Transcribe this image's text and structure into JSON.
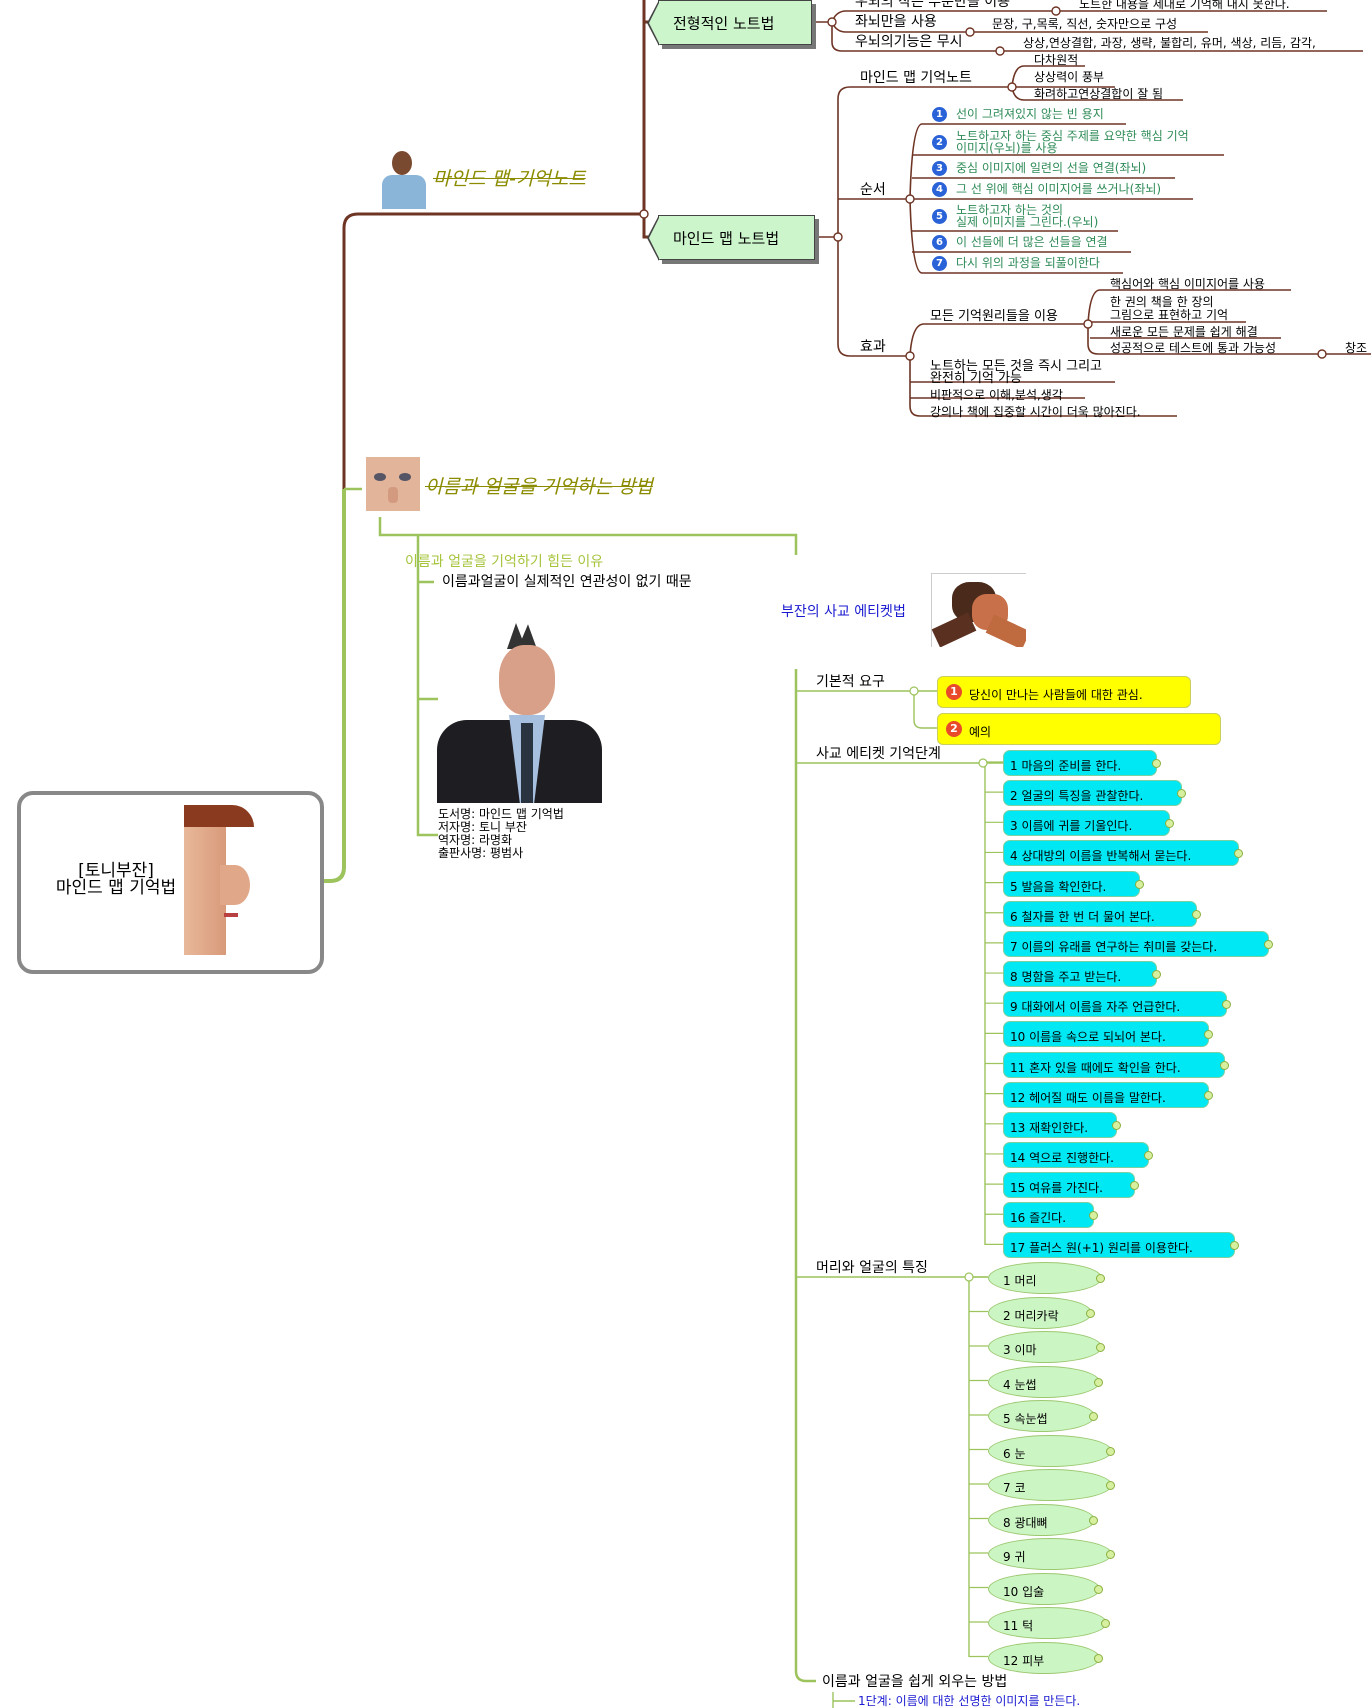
{
  "central": {
    "line1": "[토니부잔]",
    "line2": "마인드 맵 기억법"
  },
  "branch_mindmap": {
    "title": "마인드 맵-기억노트",
    "typical": {
      "label": "전형적인 노트법",
      "items": [
        {
          "label": "우뇌의 작은 부분만을 이용",
          "detail": "노트한 내용을 제대로 기억해 내지 못한다."
        },
        {
          "label": "좌뇌만을 사용",
          "detail": "문장, 구,목록, 직선, 숫자만으로 구성"
        },
        {
          "label": "우뇌의기능은 무시",
          "detail": "상상,연상결합, 과장, 생략, 불합리, 유머, 색상, 리듬, 감각,"
        }
      ]
    },
    "mindmap_note": {
      "label": "마인드 맵 노트법",
      "memory_note": {
        "label": "마인드 맵 기억노트",
        "items": [
          "다차원적",
          "상상력이 풍부",
          "화려하고연상결합이 잘 됨"
        ]
      },
      "order": {
        "label": "순서",
        "items": [
          [
            "선이 그려져있지 않는 빈 용지"
          ],
          [
            "노트하고자 하는 중심 주제를 요약한 핵심 기억",
            "이미지(우뇌)를 사용"
          ],
          [
            "중심 이미지에 일련의 선을 연결(좌뇌)"
          ],
          [
            "그 선 위에 핵심 이미지어를 쓰거나(좌뇌)"
          ],
          [
            "노트하고자 하는 것의",
            "실제 이미지를 그린다.(우뇌)"
          ],
          [
            "이 선들에 더 많은 선들을 연결"
          ],
          [
            "다시 위의 과정을 되풀이한다"
          ]
        ]
      },
      "effect": {
        "label": "효과",
        "all_principles": {
          "label": "모든 기억원리들을 이용",
          "items": [
            "핵심어와 핵심 이미지어를 사용",
            "한 권의 책을 한 장의",
            "그림으로 표현하고 기억",
            "새로운 모든 문제를 쉽게 해결",
            "성공적으로 테스트에 통과 가능성"
          ],
          "creation": "창조"
        },
        "items": [
          "노트하는 모든 것을 즉시 그리고",
          "완전히 기억 가능",
          "비판적으로 이해,분석,생각",
          "강의나 책에 집중할 시간이 더욱 많아진다."
        ]
      }
    }
  },
  "branch_names": {
    "title": "이름과 얼굴을 기억하는 방법",
    "why_hard": {
      "label": "이름과 얼굴을 기억하기 힘든 이유",
      "reason": "이름과얼굴이 실제적인 연관성이 없기 때문"
    },
    "book_info": [
      "도서명: 마인드 맵 기억법",
      "저자명: 토니 부잔",
      "역자명: 라명화",
      "출판사명: 평범사"
    ],
    "etiquette": {
      "title": "부잔의 사교 에티켓법",
      "basic": {
        "label": "기본적 요구",
        "items": [
          "당신이 만나는 사람들에 대한 관심.",
          "예의"
        ]
      },
      "steps": {
        "label": "사교 에티켓 기억단계",
        "items": [
          "1 마음의 준비를 한다.",
          "2 얼굴의 특징을 관찰한다.",
          "3 이름에 귀를 기울인다.",
          "4 상대방의 이름을 반복해서 묻는다.",
          "5 발음을 확인한다.",
          "6 철자를 한 번 더 물어 본다.",
          "7 이름의 유래를 연구하는 취미를 갖는다.",
          "8 명함을 주고 받는다.",
          "9 대화에서 이름을 자주 언급한다.",
          "10 이름을 속으로 되뇌어 본다.",
          "11 혼자 있을 때에도 확인을 한다.",
          "12 헤어질 때도 이름을 말한다.",
          "13 재확인한다.",
          "14 역으로 진행한다.",
          "15 여유를 가진다.",
          "16 즐긴다.",
          "17 플러스 원(+1) 원리를 이용한다."
        ]
      },
      "features": {
        "label": "머리와 얼굴의 특징",
        "items": [
          "1 머리",
          "2 머리카락",
          "3 이마",
          "4 눈썹",
          "5 속눈썹",
          "6 눈",
          "7 코",
          "8 광대뼈",
          "9 귀",
          "10 입술",
          "11 턱",
          "12 피부"
        ]
      },
      "easy": {
        "label": "이름과 얼굴을 쉽게 외우는 방법",
        "step1": "1단계: 이름에 대한 선명한 이미지를 만든다."
      }
    }
  },
  "colors": {
    "brown": "#6e3424",
    "green": "#9cc35c",
    "yellow": "#ffff00",
    "cyan": "#00e8f4",
    "ellipse": "#ccf5c4",
    "blue_text": "#1a1ad0",
    "olive": "#8b8b00"
  }
}
